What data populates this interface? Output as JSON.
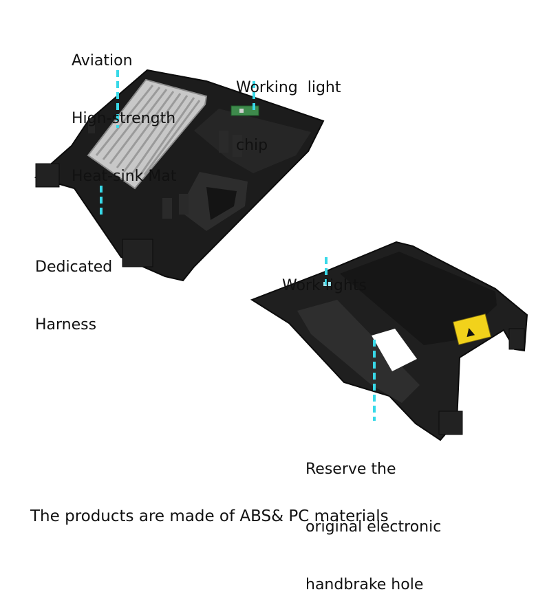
{
  "annotations": {
    "heat_sink": {
      "line1": "Aviation",
      "line2": "High-strength",
      "line3": "Heat-sink Mat"
    },
    "chip": {
      "line1": "Working  light",
      "line2": "chip"
    },
    "harness": {
      "line1": "Dedicated",
      "line2": "Harness"
    },
    "work_lights": {
      "line1": "Work lights"
    },
    "handbrake": {
      "line1": "Reserve the",
      "line2": "original electronic",
      "line3": "handbrake hole"
    }
  },
  "footer": "The products are made of ABS& PC materials",
  "colors": {
    "background": "#ffffff",
    "part_black": "#1c1c1c",
    "part_shade": "#2e2e2e",
    "heatsink_silver": "#c8c8c8",
    "callout_cyan": "#38d9e8",
    "warning_yellow": "#f2d21b"
  }
}
